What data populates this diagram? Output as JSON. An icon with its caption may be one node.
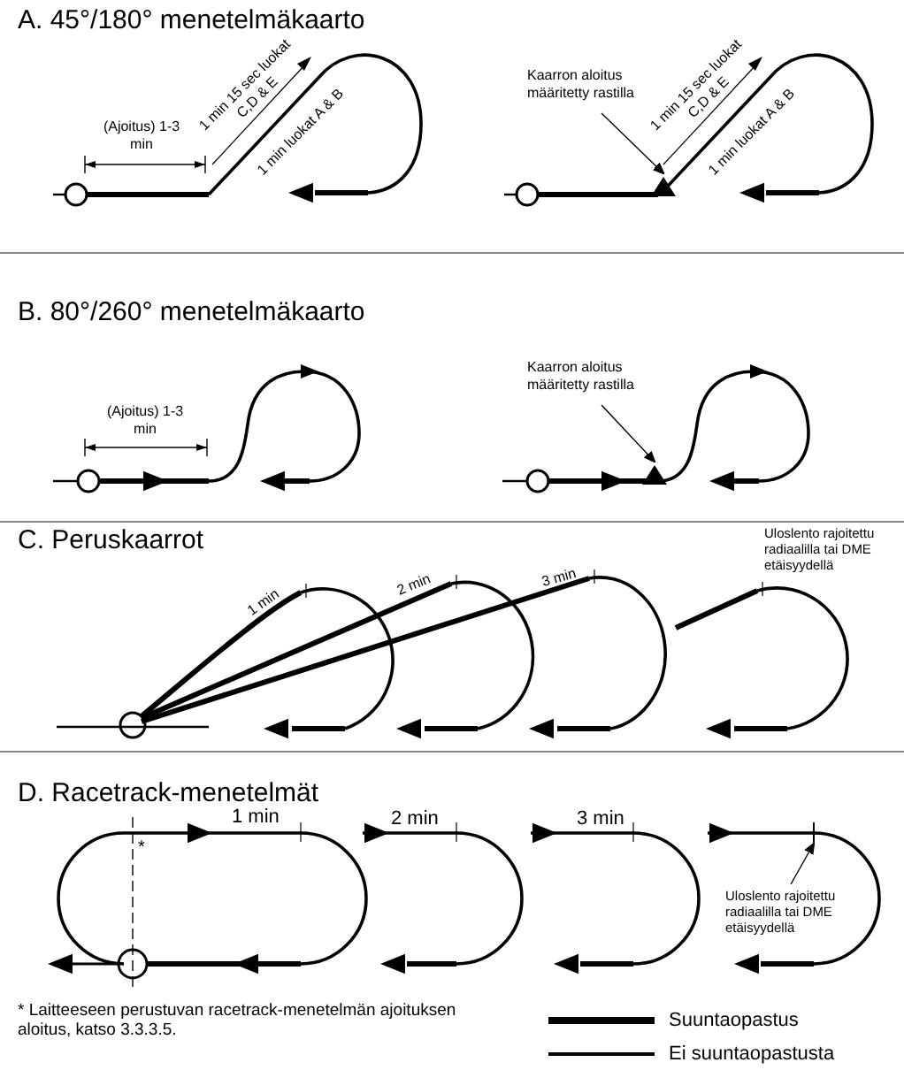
{
  "diagram": {
    "nodes": [
      {
        "text": [
          "Kaarron aloitus määritetty rastilla"
        ]
      },
      {
        "text": [],
        "shape": "triangle"
      },
      {
        "text": [
          "Kaarron aloitus määritetty rastilla"
        ]
      },
      {
        "text": [],
        "shape": "triangle"
      },
      {
        "text": [
          "Uloslento rajoitettu radiaalilla tai DME etäisyydellä"
        ]
      },
      {
        "text": [],
        "shape": "tick"
      }
    ],
    "edges": [
      {
        "from": 0,
        "to": 1,
        "arrow": "to"
      },
      {
        "from": 2,
        "to": 3,
        "arrow": "to"
      },
      {
        "from": 4,
        "to": 5,
        "arrow": "to"
      }
    ],
    "labels": [
      "A. 45°/180° menetelmäkaarto",
      "(Ajoitus) 1-3 min",
      "1 min 15 sec luokat C,D & E",
      "1 min luokat A & B",
      "1 min 15 sec luokat C,D & E",
      "1 min luokat A & B",
      "B. 80°/260° menetelmäkaarto",
      "(Ajoitus) 1-3 min",
      "C. Peruskaarrot",
      "Uloslento rajoitettu radiaalilla tai DME etäisyydellä",
      "1 min",
      "2 min",
      "3 min",
      "D. Racetrack-menetelmät",
      "1 min",
      "2 min",
      "3 min",
      "*",
      "* Laitteeseen perustuvan racetrack-menetelmän ajoituksen aloitus, katso 3.3.3.5."
    ],
    "legend": [
      {
        "text": "Suuntaopastus"
      },
      {
        "text": "Ei suuntaopastusta"
      }
    ]
  }
}
